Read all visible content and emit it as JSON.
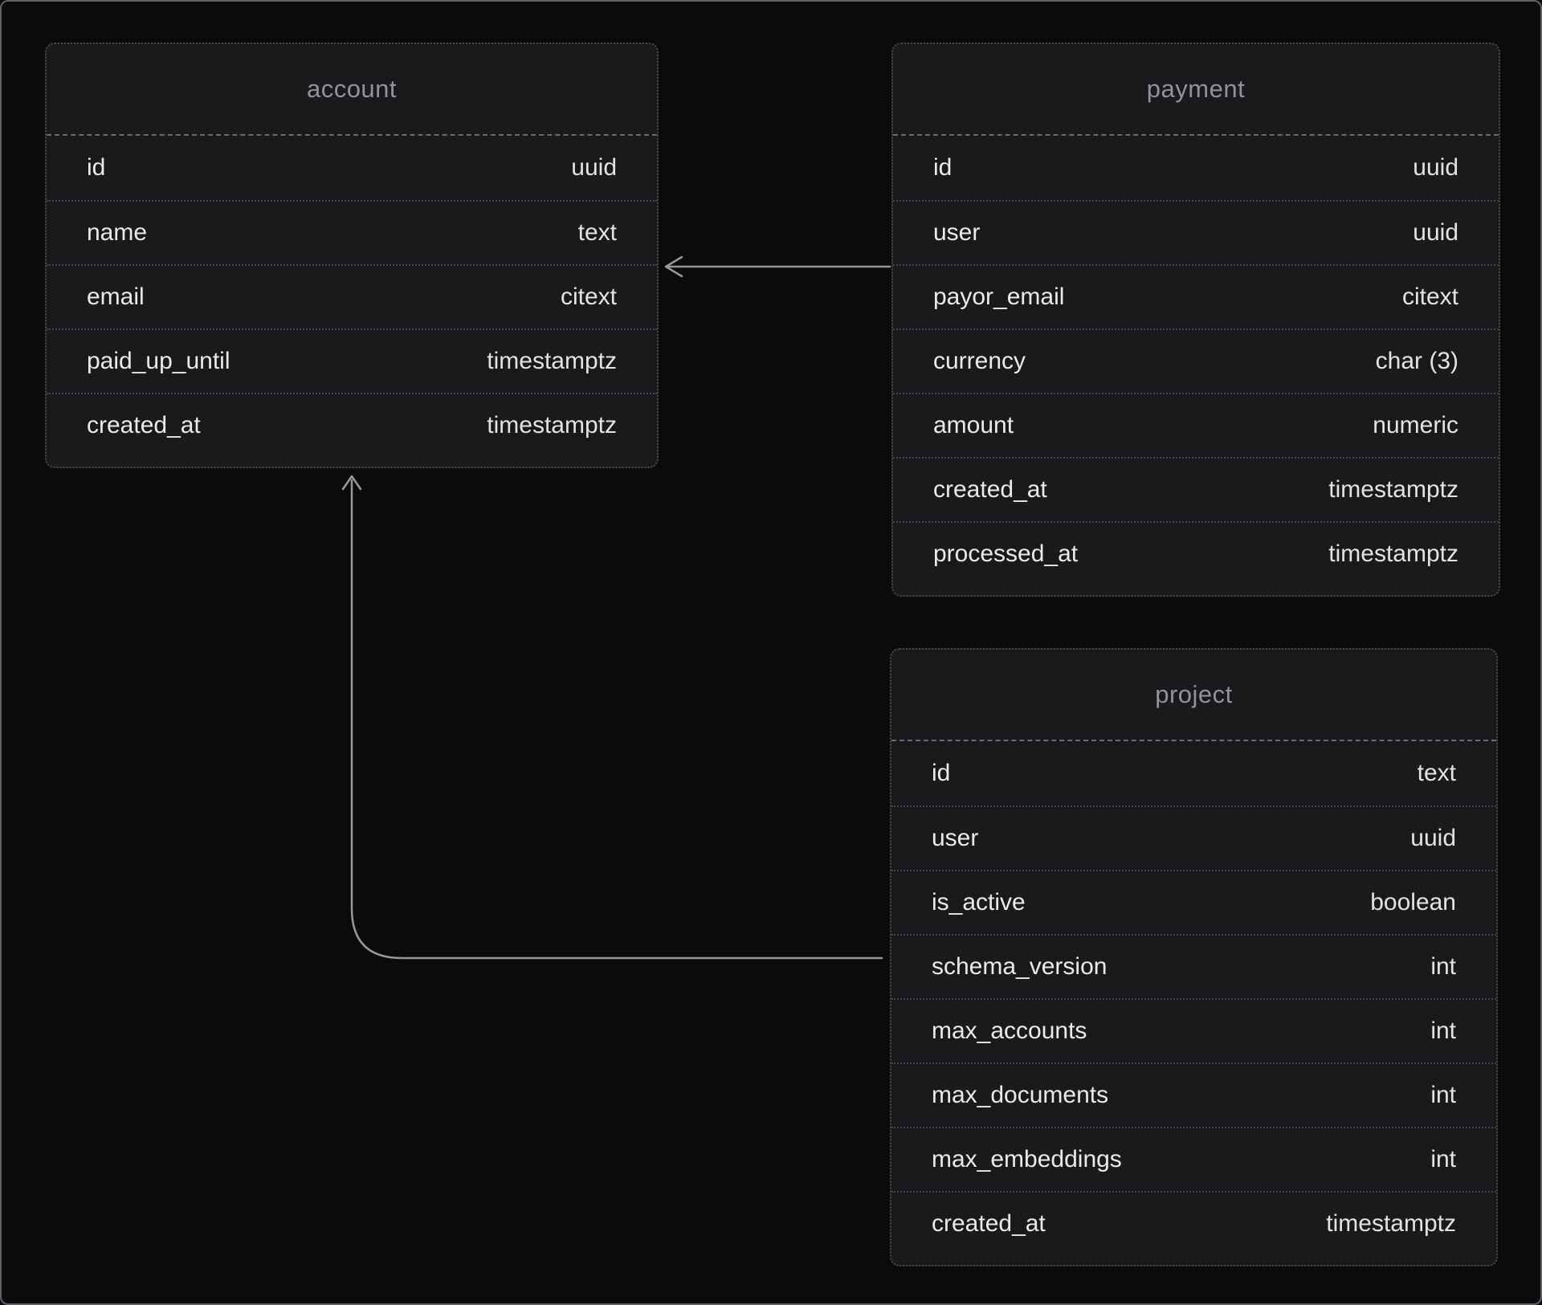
{
  "colors": {
    "background": "#0b0b0c",
    "frame_border": "#606065",
    "panel_background": "#1a1a1c",
    "panel_border": "#48484d",
    "header_divider": "#6b6b70",
    "row_divider": "#434348",
    "table_title_text": "#929297",
    "field_text": "#eaeaec",
    "type_text": "#e3e3e5",
    "connector": "#98989c"
  },
  "tables": [
    {
      "name": "account",
      "columns": [
        {
          "name": "id",
          "type": "uuid"
        },
        {
          "name": "name",
          "type": "text"
        },
        {
          "name": "email",
          "type": "citext"
        },
        {
          "name": "paid_up_until",
          "type": "timestamptz"
        },
        {
          "name": "created_at",
          "type": "timestamptz"
        }
      ]
    },
    {
      "name": "payment",
      "columns": [
        {
          "name": "id",
          "type": "uuid"
        },
        {
          "name": "user",
          "type": "uuid"
        },
        {
          "name": "payor_email",
          "type": "citext"
        },
        {
          "name": "currency",
          "type": "char (3)"
        },
        {
          "name": "amount",
          "type": "numeric"
        },
        {
          "name": "created_at",
          "type": "timestamptz"
        },
        {
          "name": "processed_at",
          "type": "timestamptz"
        }
      ]
    },
    {
      "name": "project",
      "columns": [
        {
          "name": "id",
          "type": "text"
        },
        {
          "name": "user",
          "type": "uuid"
        },
        {
          "name": "is_active",
          "type": "boolean"
        },
        {
          "name": "schema_version",
          "type": "int"
        },
        {
          "name": "max_accounts",
          "type": "int"
        },
        {
          "name": "max_documents",
          "type": "int"
        },
        {
          "name": "max_embeddings",
          "type": "int"
        },
        {
          "name": "created_at",
          "type": "timestamptz"
        }
      ]
    }
  ],
  "relations": [
    {
      "from": "payment",
      "to": "account"
    },
    {
      "from": "project",
      "to": "account"
    }
  ]
}
